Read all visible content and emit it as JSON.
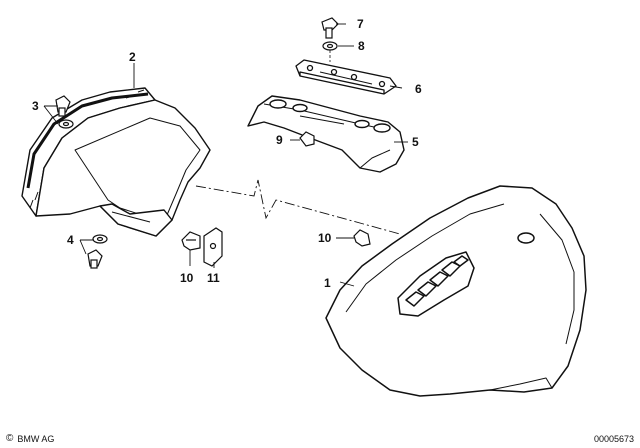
{
  "diagram": {
    "callouts": [
      {
        "id": "c1",
        "text": "1"
      },
      {
        "id": "c2",
        "text": "2"
      },
      {
        "id": "c3",
        "text": "3"
      },
      {
        "id": "c4",
        "text": "4"
      },
      {
        "id": "c5",
        "text": "5"
      },
      {
        "id": "c6",
        "text": "6"
      },
      {
        "id": "c7",
        "text": "7"
      },
      {
        "id": "c8",
        "text": "8"
      },
      {
        "id": "c9",
        "text": "9"
      },
      {
        "id": "c10a",
        "text": "10"
      },
      {
        "id": "c10b",
        "text": "10"
      },
      {
        "id": "c11",
        "text": "11"
      }
    ]
  },
  "footer": {
    "copyright_symbol": "©",
    "brand": "BMW AG",
    "diagram_id": "00005673"
  }
}
